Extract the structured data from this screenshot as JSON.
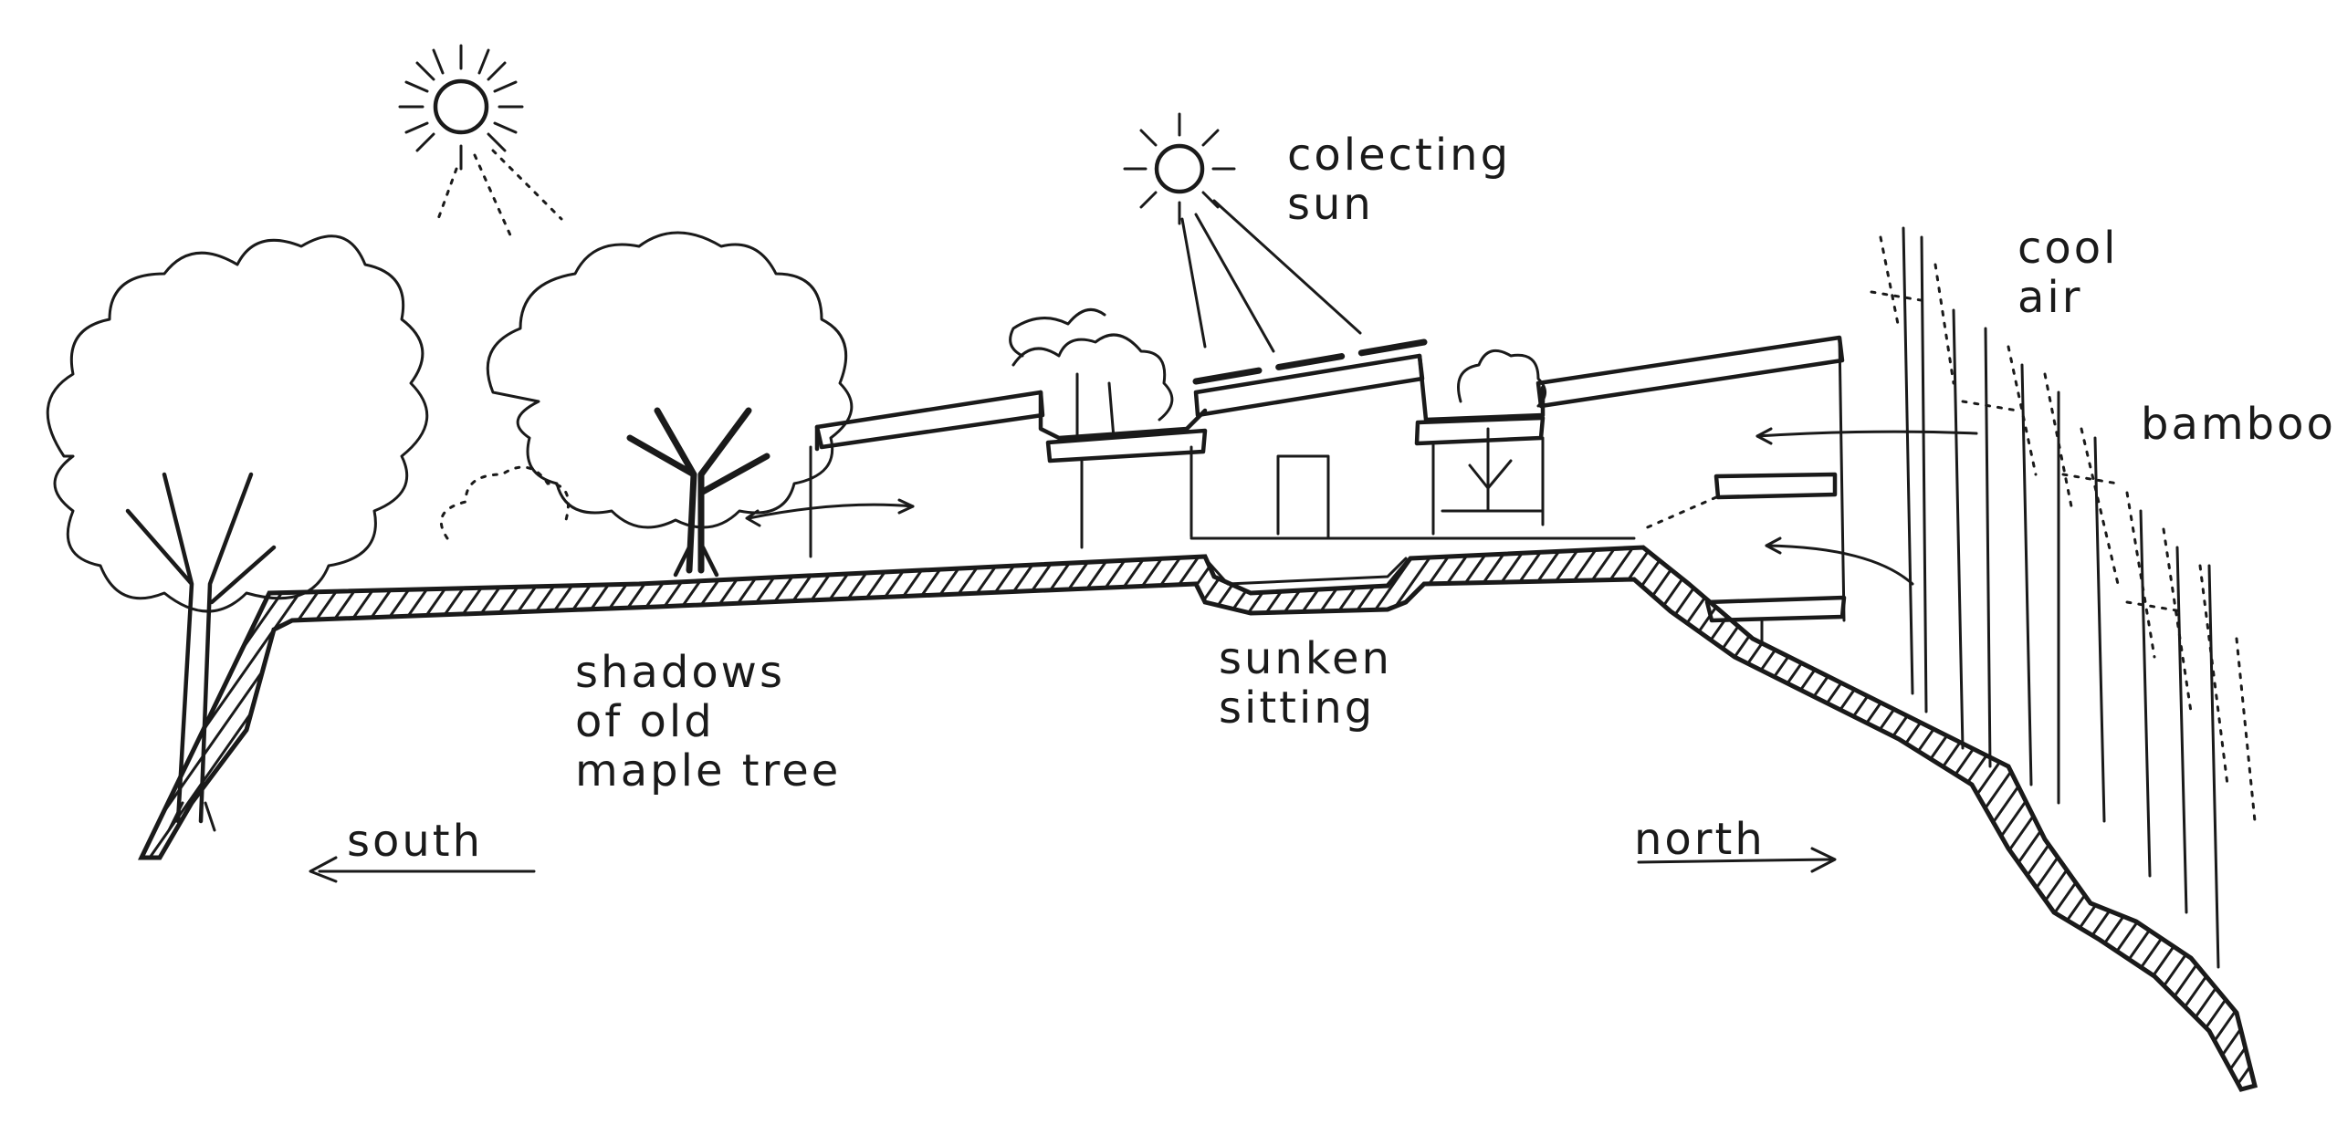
{
  "labels": {
    "collecting_sun": "colecting\nsun",
    "cool_air": "cool\nair",
    "bamboo": "bamboo",
    "shadows": "shadows\nof old\nmaple tree",
    "sunken": "sunken\nsitting",
    "south": "south",
    "north": "north"
  },
  "colors": {
    "ink": "#1a1a1a",
    "paper": "#ffffff"
  },
  "icons": [
    "sun-icon",
    "arrow-left-icon",
    "arrow-right-icon"
  ]
}
